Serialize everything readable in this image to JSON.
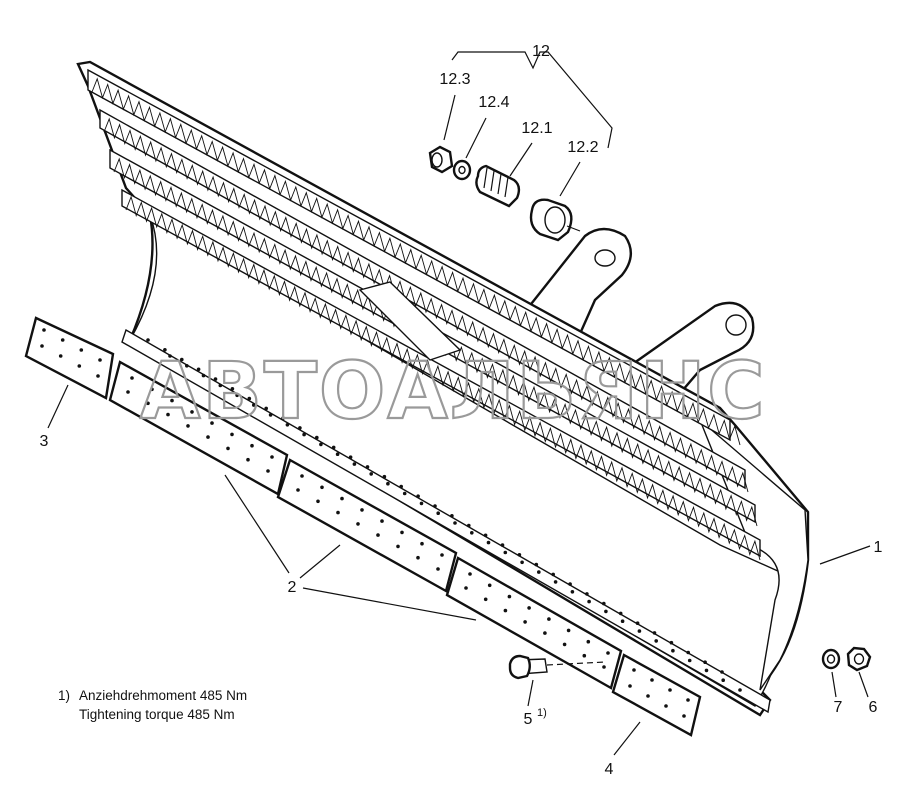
{
  "watermark": "АВТОАЛЬЯНС",
  "labels": {
    "l1": "1",
    "l2": "2",
    "l3": "3",
    "l4": "4",
    "l5": "5",
    "l5_sup": "1)",
    "l6": "6",
    "l7": "7",
    "l12": "12",
    "l12_1": "12.1",
    "l12_2": "12.2",
    "l12_3": "12.3",
    "l12_4": "12.4"
  },
  "note": {
    "marker": "1)",
    "line1": "Anziehdrehmoment 485 Nm",
    "line2": "Tightening torque 485 Nm"
  }
}
